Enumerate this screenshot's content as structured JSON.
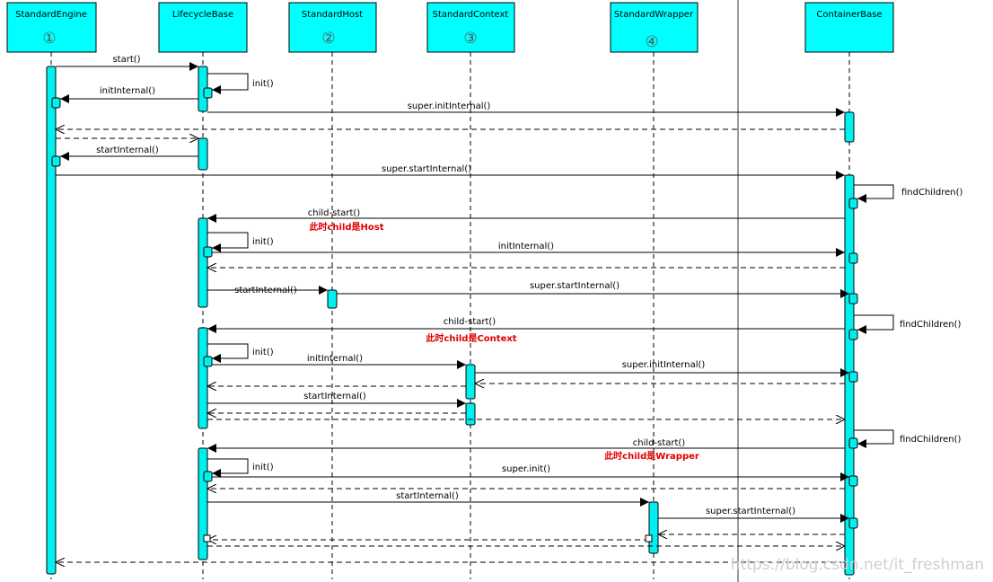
{
  "lifelines": [
    {
      "name": "StandardEngine",
      "marker": "①"
    },
    {
      "name": "LifecycleBase",
      "marker": ""
    },
    {
      "name": "StandardHost",
      "marker": "②"
    },
    {
      "name": "StandardContext",
      "marker": "③"
    },
    {
      "name": "StandardWrapper",
      "marker": "④"
    },
    {
      "name": "ContainerBase",
      "marker": ""
    }
  ],
  "messages": {
    "start": "start()",
    "init_1": "init()",
    "initInternal_1": "initInternal()",
    "super_initInternal_1": "super.initInternal()",
    "startInternal_1": "startInternal()",
    "super_startInternal_1": "super.startInternal()",
    "findChildren_1": "findChildren()",
    "child_start_1": "child-start()",
    "init_2": "init()",
    "initInternal_2": "initInternal()",
    "startInternal_2": "startInternal()",
    "super_startInternal_2": "super.startInternal()",
    "findChildren_2": "findChildren()",
    "child_start_2": "child-start()",
    "init_3": "init()",
    "initInternal_3": "initInternal()",
    "super_initInternal_3": "super.initInternal()",
    "startInternal_3": "startInternal()",
    "findChildren_3": "findChildren()",
    "child_start_3": "child-start()",
    "init_4": "init()",
    "super_init_4": "super.init()",
    "startInternal_4": "startInternal()",
    "super_startInternal_4": "super.startInternal()"
  },
  "notes": {
    "host": "此时child是Host",
    "context": "此时child是Context",
    "wrapper": "此时child是Wrapper"
  },
  "watermark": "https://blog.csdn.net/it_freshman",
  "colors": {
    "lifeline_fill": "#00ffff",
    "activation_fill": "#00f0f0",
    "note_text": "#e00000",
    "stroke": "#000000"
  }
}
